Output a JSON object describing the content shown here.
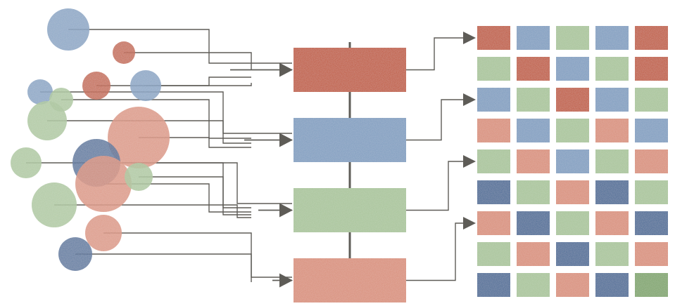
{
  "palette": {
    "red": "#c05a3e",
    "blue": "#7f9dc0",
    "green": "#a8c49a",
    "salmon": "#d98f7a",
    "darkblue": "#4a6b96",
    "darkgreen": "#7fa56c",
    "connector": "#5e5c57",
    "background": "#ffffff"
  },
  "layers": {
    "sources": [
      {
        "color": "blue",
        "target": "process-1"
      },
      {
        "color": "red",
        "target": "process-1"
      },
      {
        "color": "red",
        "target": "process-1"
      },
      {
        "color": "blue",
        "target": "process-1"
      },
      {
        "color": "blue",
        "target": "process-2"
      },
      {
        "color": "green",
        "target": "process-2"
      },
      {
        "color": "green",
        "target": "process-2"
      },
      {
        "color": "salmon",
        "target": "process-2"
      },
      {
        "color": "green",
        "target": "process-3"
      },
      {
        "color": "darkblue",
        "target": "process-3"
      },
      {
        "color": "salmon",
        "target": "process-3"
      },
      {
        "color": "green",
        "target": "process-3"
      },
      {
        "color": "green",
        "target": "process-3"
      },
      {
        "color": "salmon",
        "target": "process-4"
      },
      {
        "color": "darkblue",
        "target": "process-4"
      }
    ],
    "processes": [
      {
        "id": "process-1",
        "color": "red"
      },
      {
        "id": "process-2",
        "color": "blue"
      },
      {
        "id": "process-3",
        "color": "green"
      },
      {
        "id": "process-4",
        "color": "salmon"
      }
    ],
    "output_grid": {
      "rows": 9,
      "cols": 5,
      "cells": [
        [
          "red",
          "blue",
          "green",
          "blue",
          "red"
        ],
        [
          "green",
          "red",
          "blue",
          "green",
          "red"
        ],
        [
          "blue",
          "green",
          "red",
          "blue",
          "green"
        ],
        [
          "salmon",
          "blue",
          "green",
          "salmon",
          "blue"
        ],
        [
          "green",
          "salmon",
          "blue",
          "green",
          "salmon"
        ],
        [
          "darkblue",
          "green",
          "salmon",
          "darkblue",
          "green"
        ],
        [
          "salmon",
          "darkblue",
          "green",
          "salmon",
          "darkblue"
        ],
        [
          "green",
          "salmon",
          "darkblue",
          "green",
          "salmon"
        ],
        [
          "darkblue",
          "green",
          "salmon",
          "darkblue",
          "darkgreen"
        ]
      ]
    }
  }
}
